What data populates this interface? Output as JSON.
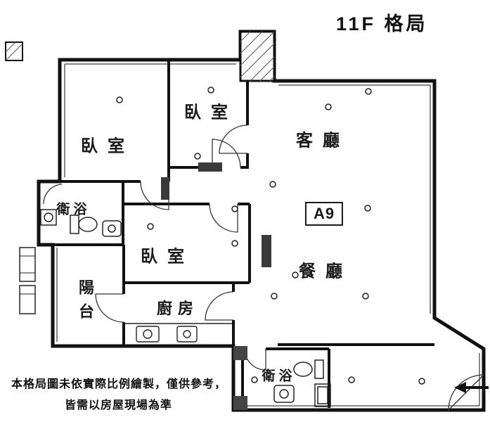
{
  "title": "11F 格局",
  "unit": {
    "label": "A9"
  },
  "rooms": {
    "bedroom_left": "臥室",
    "bedroom_top": "臥室",
    "bedroom_middle": "臥室",
    "living_room": "客廳",
    "dining_room": "餐廳",
    "kitchen": "廚房",
    "bathroom_left": "衛浴",
    "bathroom_bottom": "衛浴",
    "balcony": "陽台"
  },
  "footer": {
    "line1": "本格局圖未依實際比例繪製，僅供參考，",
    "line2": "皆需以房屋現場為準"
  },
  "colors": {
    "ink": "#1a1a1a",
    "background": "#ffffff"
  },
  "icons": {
    "entrance_arrow": "left-arrow"
  }
}
